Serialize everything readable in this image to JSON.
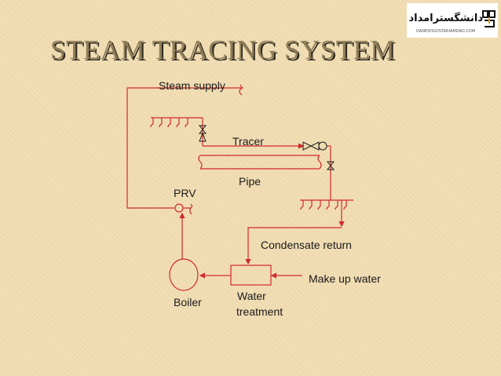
{
  "title": "STEAM TRACING  SYSTEM",
  "logo": {
    "text": "دانشگستر‌امداد",
    "subtext": "DANESHGOSTARIAMDAD.COM",
    "icon": "dg-logo-icon"
  },
  "labels": {
    "steam_supply": "Steam supply",
    "tracer": "Tracer",
    "pipe": "Pipe",
    "prv": "PRV",
    "condensate_return": "Condensate return",
    "make_up_water": "Make up water",
    "boiler": "Boiler",
    "water_treatment_line1": "Water",
    "water_treatment_line2": "treatment"
  },
  "colors": {
    "background": "#f1ddb2",
    "line": "#d12a2a",
    "title": "#8f7d58",
    "title_shadow": "#2e2a22"
  }
}
